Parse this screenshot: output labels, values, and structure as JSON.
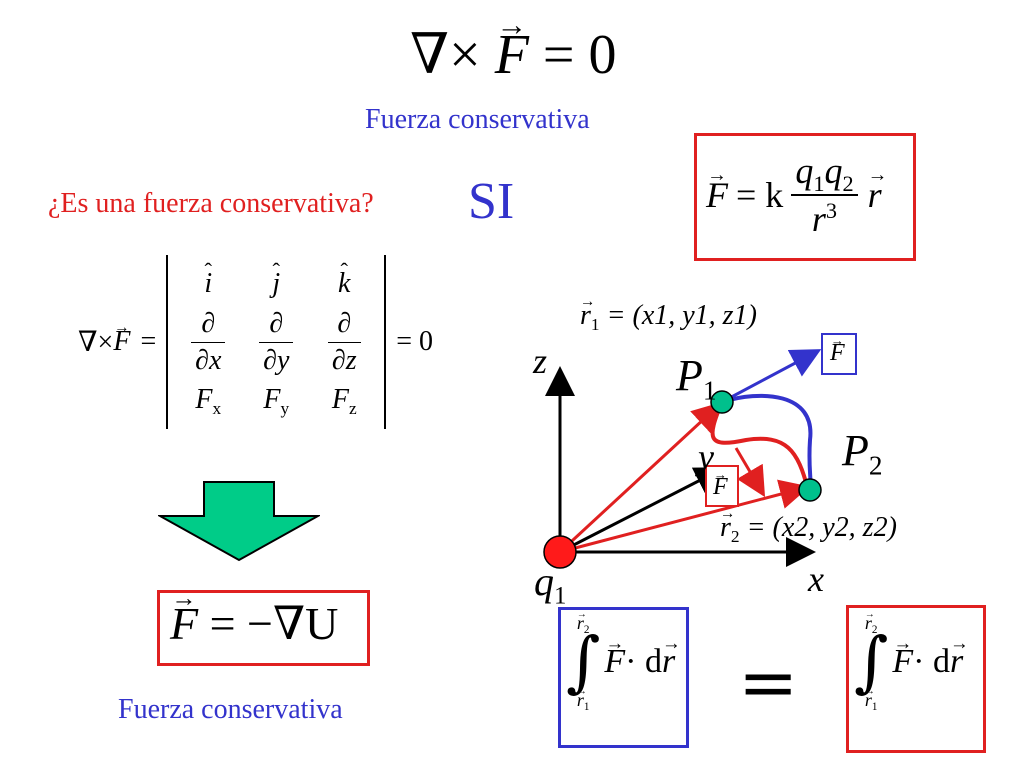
{
  "top": {
    "curl_lhs": "∇×",
    "curl_F": "F",
    "curl_rhs": "= 0",
    "caption": "Fuerza conservativa"
  },
  "question": {
    "text": "¿Es una fuerza conservativa?",
    "answer": "SI"
  },
  "coulomb": {
    "F": "F",
    "eq": "= k",
    "num": "q1q2",
    "num_a": "q",
    "num_a_sub": "1",
    "num_b": "q",
    "num_b_sub": "2",
    "den": "r",
    "den_sup": "3",
    "rvec": "r"
  },
  "determinant": {
    "lhs_op": "∇×",
    "lhs_F": "F",
    "eq": "=",
    "rhs": "= 0",
    "row1": [
      "i",
      "j",
      "k"
    ],
    "partial": "∂",
    "row2_den": [
      "∂x",
      "∂y",
      "∂z"
    ],
    "row3": [
      [
        "F",
        "x"
      ],
      [
        "F",
        "y"
      ],
      [
        "F",
        "z"
      ]
    ]
  },
  "potential": {
    "F": "F",
    "eq": "= −∇U",
    "caption": "Fuerza conservativa"
  },
  "diagram": {
    "r1_label": "r",
    "r1_sub": "1",
    "r1_coords": "= (x1, y1, z1)",
    "r2_label": "r",
    "r2_sub": "2",
    "r2_coords": "= (x2, y2, z2)",
    "axis_z": "z",
    "axis_y": "y",
    "axis_x": "x",
    "P1": "P",
    "P1_sub": "1",
    "P2": "P",
    "P2_sub": "2",
    "q1": "q",
    "q1_sub": "1",
    "F_blue": "F",
    "F_red": "F",
    "colors": {
      "red": "#e02020",
      "blue": "#3333cc",
      "green": "#00c08c",
      "arrow_fill": "#00cc88"
    }
  },
  "integrals": {
    "upper": "r",
    "upper_sub": "2",
    "lower": "r",
    "lower_sub": "1",
    "integrand_F": "F",
    "integrand_rest": "· d",
    "integrand_r": "r",
    "equals": "="
  }
}
